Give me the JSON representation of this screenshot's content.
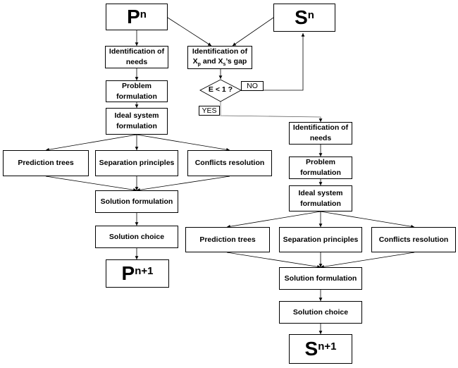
{
  "top": {
    "p_main": "P",
    "p_sup": "n",
    "s_main": "S",
    "s_sup": "n"
  },
  "left": {
    "identification": "Identification of needs",
    "problem": "Problem formulation",
    "ideal": "Ideal system formulation",
    "prediction": "Prediction trees",
    "separation": "Separation principles",
    "conflicts": "Conflicts resolution",
    "solution_formulation": "Solution formulation",
    "solution_choice": "Solution choice",
    "result_main": "P",
    "result_sup": "n+1"
  },
  "gap": {
    "line1": "Identification of",
    "x": "X",
    "sub_p": "p",
    "and": "and",
    "sub_s": "s",
    "tail": "’s gap"
  },
  "decision": {
    "condition": "E < 1 ?",
    "no": "NO",
    "yes": "YES"
  },
  "right": {
    "identification": "Identification of needs",
    "problem": "Problem formulation",
    "ideal": "Ideal system formulation",
    "prediction": "Prediction trees",
    "separation": "Separation principles",
    "conflicts": "Conflicts resolution",
    "solution_formulation": "Solution formulation",
    "solution_choice": "Solution choice",
    "result_main": "S",
    "result_sup": "n+1"
  }
}
